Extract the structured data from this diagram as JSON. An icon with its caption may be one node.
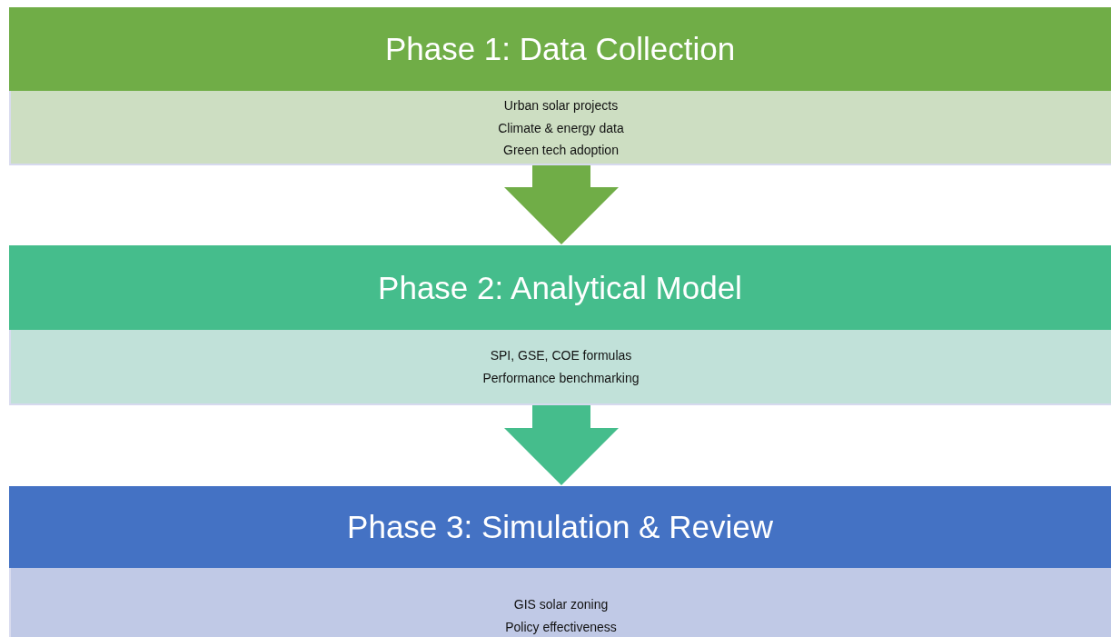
{
  "diagram": {
    "nodes": [
      {
        "text": [
          "Phase 1: Data Collection"
        ]
      },
      {
        "text": [
          "Urban solar projects",
          "Climate & energy data",
          "Green tech adoption"
        ]
      },
      {
        "text": [
          "Phase 2: Analytical Model"
        ]
      },
      {
        "text": [
          "SPI, GSE, COE formulas",
          "Performance benchmarking"
        ]
      },
      {
        "text": [
          "Phase 3: Simulation & Review"
        ]
      },
      {
        "text": [
          "GIS solar zoning",
          "Policy effectiveness"
        ]
      }
    ],
    "edges": [
      {
        "from": 1,
        "to": 2,
        "arrow": "to",
        "color": "#70ad47"
      },
      {
        "from": 3,
        "to": 4,
        "arrow": "to",
        "color": "#45bd8c"
      }
    ]
  }
}
